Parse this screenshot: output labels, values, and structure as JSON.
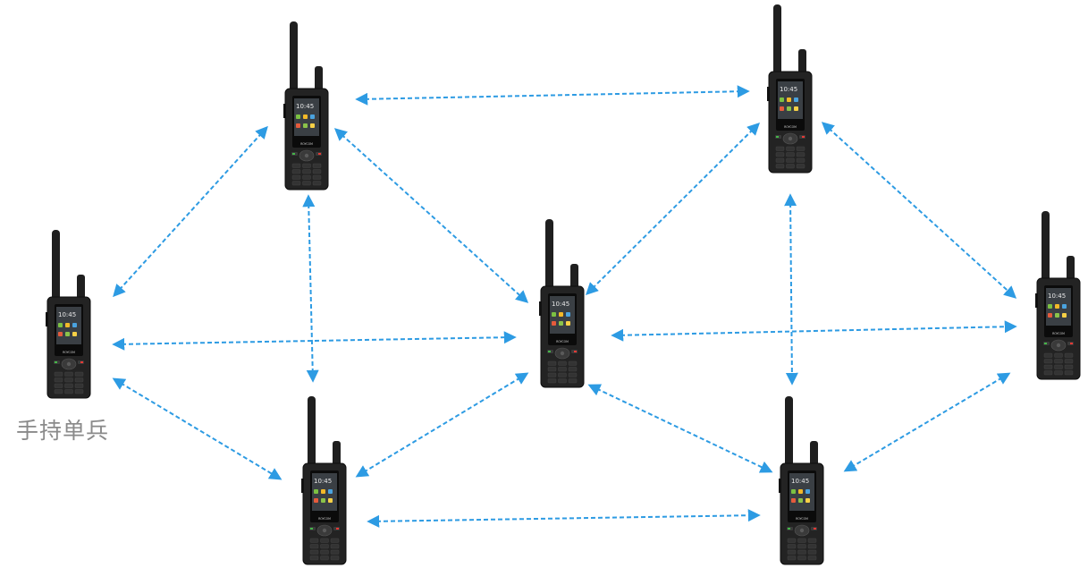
{
  "diagram": {
    "caption": "手持单兵",
    "screen_time": "10:45",
    "brand_strip": "ROYCOM",
    "arrow_color": "#2d9be3",
    "device_icon": "handheld-radio-icon",
    "nodes": [
      {
        "id": "radio-left"
      },
      {
        "id": "radio-top-left"
      },
      {
        "id": "radio-top-right"
      },
      {
        "id": "radio-center"
      },
      {
        "id": "radio-right"
      },
      {
        "id": "radio-bottom-left"
      },
      {
        "id": "radio-bottom-right"
      }
    ],
    "links": [
      [
        "radio-left",
        "radio-top-left"
      ],
      [
        "radio-left",
        "radio-center"
      ],
      [
        "radio-left",
        "radio-bottom-left"
      ],
      [
        "radio-top-left",
        "radio-top-right"
      ],
      [
        "radio-top-left",
        "radio-center"
      ],
      [
        "radio-top-left",
        "radio-bottom-left"
      ],
      [
        "radio-top-right",
        "radio-center"
      ],
      [
        "radio-top-right",
        "radio-right"
      ],
      [
        "radio-top-right",
        "radio-bottom-right"
      ],
      [
        "radio-center",
        "radio-right"
      ],
      [
        "radio-center",
        "radio-bottom-left"
      ],
      [
        "radio-center",
        "radio-bottom-right"
      ],
      [
        "radio-right",
        "radio-bottom-right"
      ],
      [
        "radio-bottom-left",
        "radio-bottom-right"
      ]
    ]
  }
}
